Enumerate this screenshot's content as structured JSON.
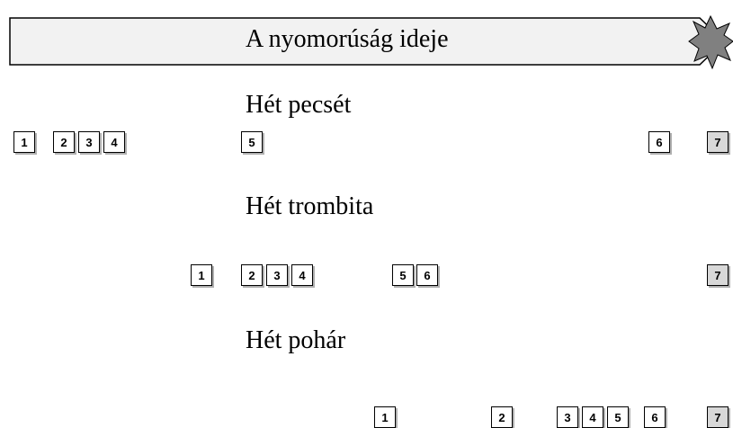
{
  "title": "A nyomorúság ideje",
  "colors": {
    "arrow_fill": "#f2f2f2",
    "explosion_fill": "#808080",
    "last_box_fill": "#d8d8d8"
  },
  "icons": {
    "end_marker": "explosion-icon"
  },
  "rows": [
    {
      "heading": "Hét pecsét",
      "boxes": [
        "1",
        "2",
        "3",
        "4",
        "5",
        "6",
        "7"
      ]
    },
    {
      "heading": "Hét trombita",
      "boxes": [
        "1",
        "2",
        "3",
        "4",
        "5",
        "6",
        "7"
      ]
    },
    {
      "heading": "Hét pohár",
      "boxes": [
        "1",
        "2",
        "3",
        "4",
        "5",
        "6",
        "7"
      ]
    }
  ]
}
